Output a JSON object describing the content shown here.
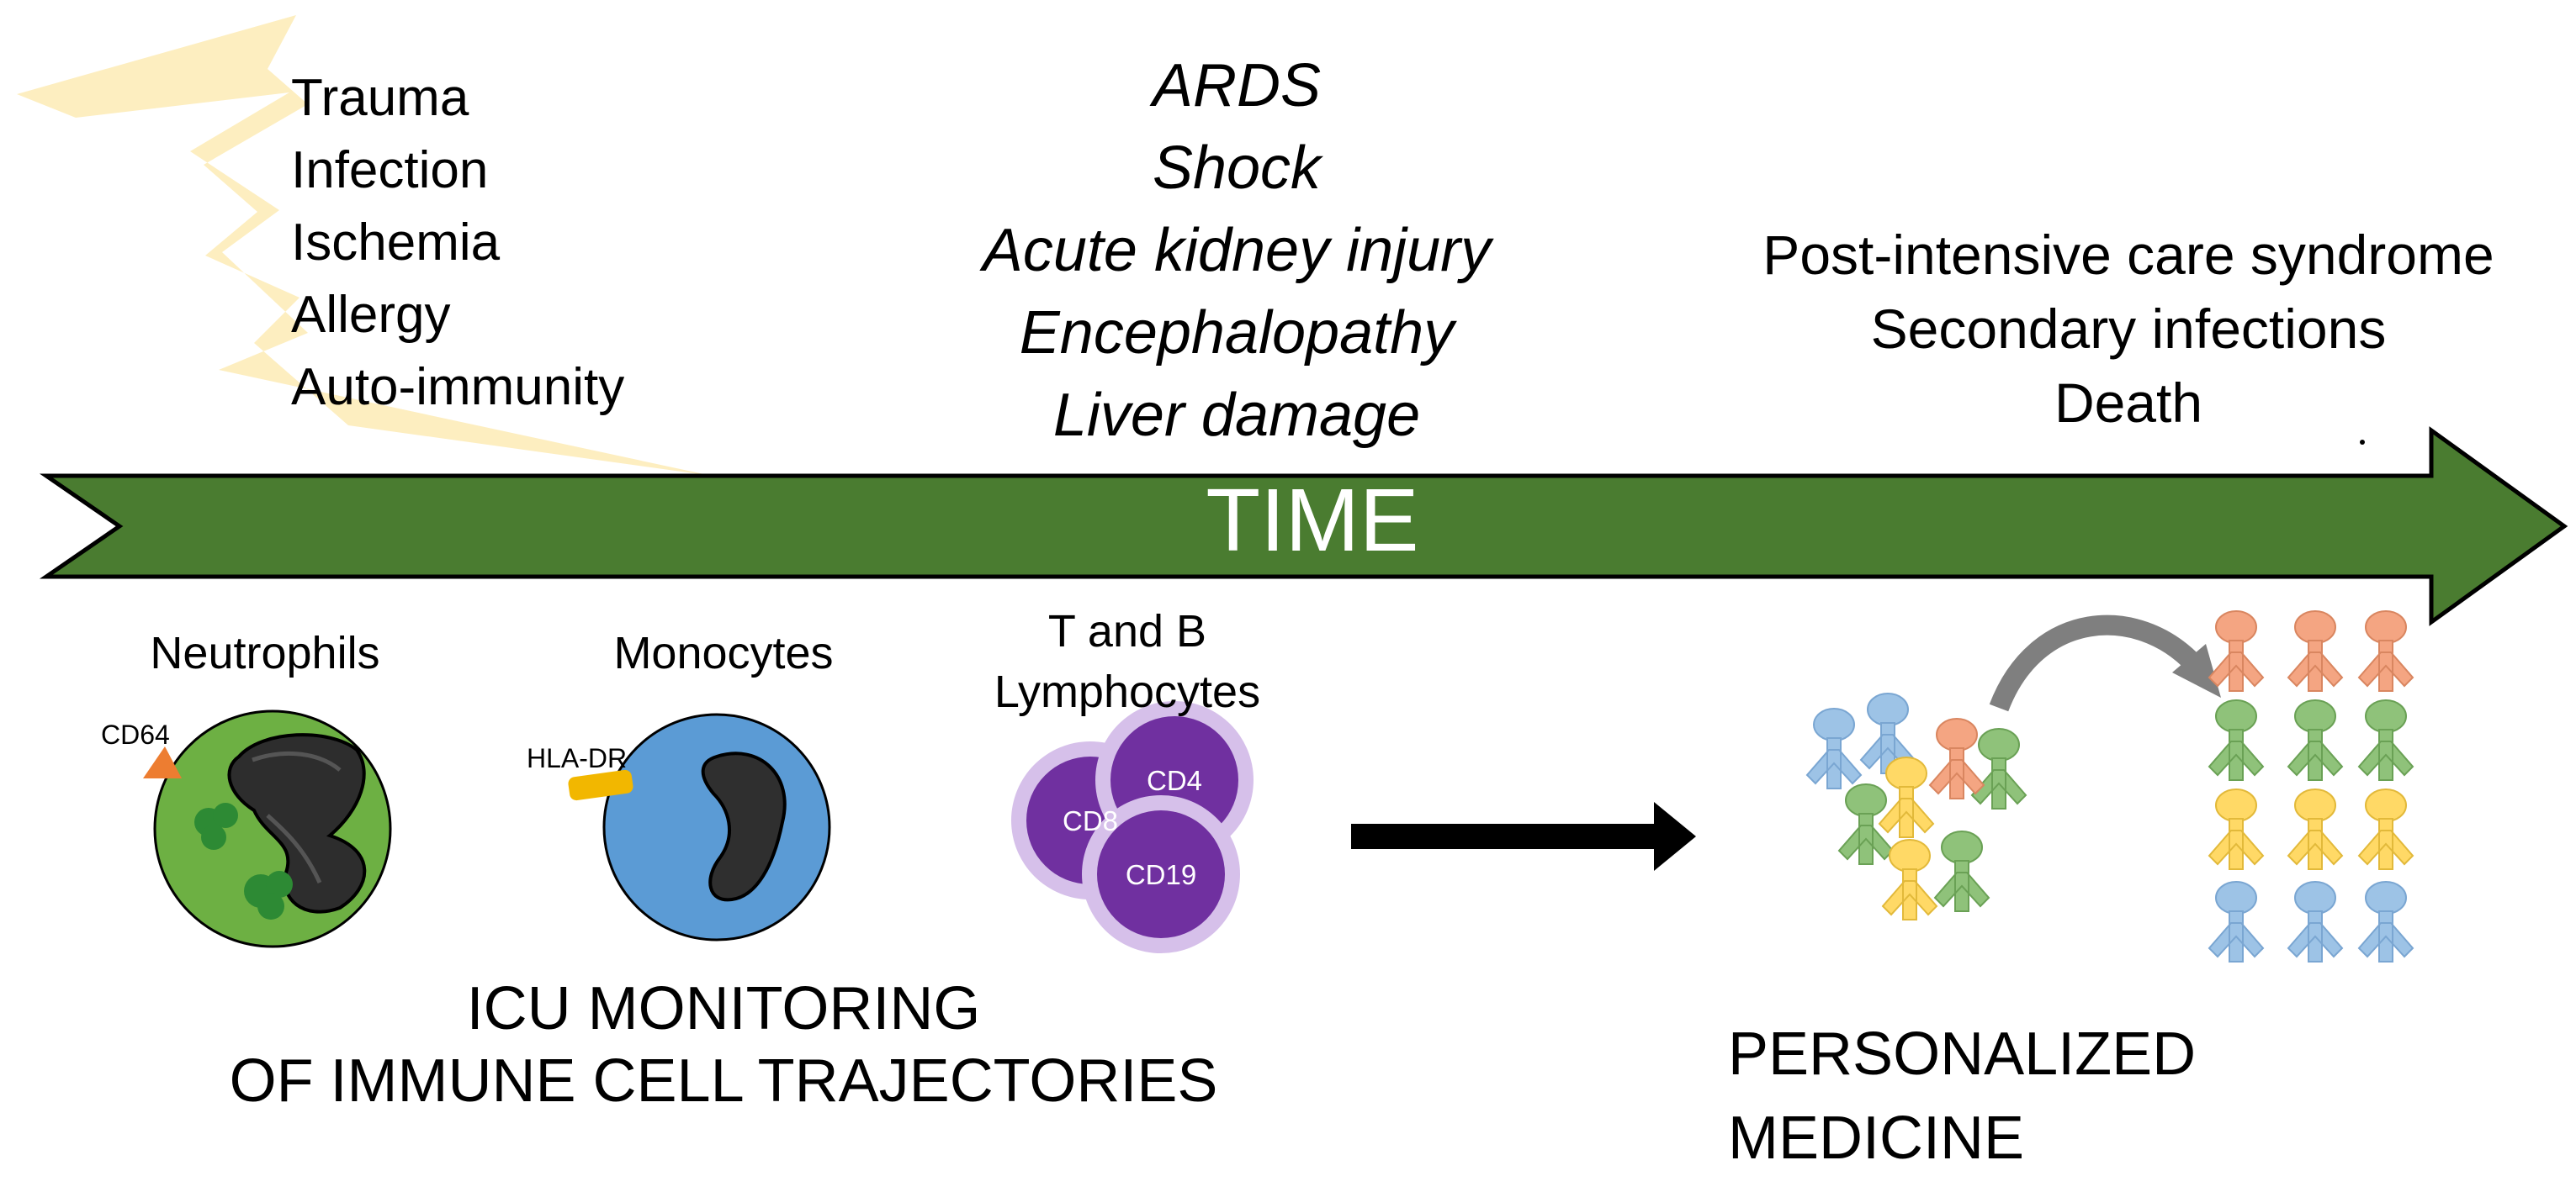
{
  "initiating_causes": [
    "Trauma",
    "Infection",
    "Ischemia",
    "Allergy",
    "Auto-immunity"
  ],
  "organ_failures": [
    "ARDS",
    "Shock",
    "Acute kidney injury",
    "Encephalopathy",
    "Liver damage"
  ],
  "long_term_outcomes": [
    "Post-intensive care syndrome",
    "Secondary infections",
    "Death"
  ],
  "timeline": {
    "label": "TIME"
  },
  "cells": {
    "neutrophils": {
      "label": "Neutrophils",
      "marker": "CD64"
    },
    "monocytes": {
      "label": "Monocytes",
      "marker": "HLA-DR"
    },
    "lymphocytes": {
      "label_line1": "T and B",
      "label_line2": "Lymphocytes",
      "markers": [
        "CD8",
        "CD4",
        "CD19"
      ]
    }
  },
  "monitoring": {
    "line1": "ICU MONITORING",
    "line2": "OF IMMUNE CELL TRAJECTORIES"
  },
  "personalized": {
    "line1": "PERSONALIZED",
    "line2": "MEDICINE"
  },
  "colors": {
    "timeline_green": "#4a7c30",
    "lightning_yellow": "#fdeec0",
    "neutrophil_green": "#6db043",
    "monocyte_blue": "#5b9bd5",
    "lymphocyte_purple": "#7030a0",
    "cd64_orange": "#ed7d31",
    "hla_dr_yellow": "#f2b700",
    "patient_blue": "#9dc3e6",
    "patient_green": "#8fc27a",
    "patient_yellow": "#ffd966",
    "patient_orange": "#f4a582"
  }
}
